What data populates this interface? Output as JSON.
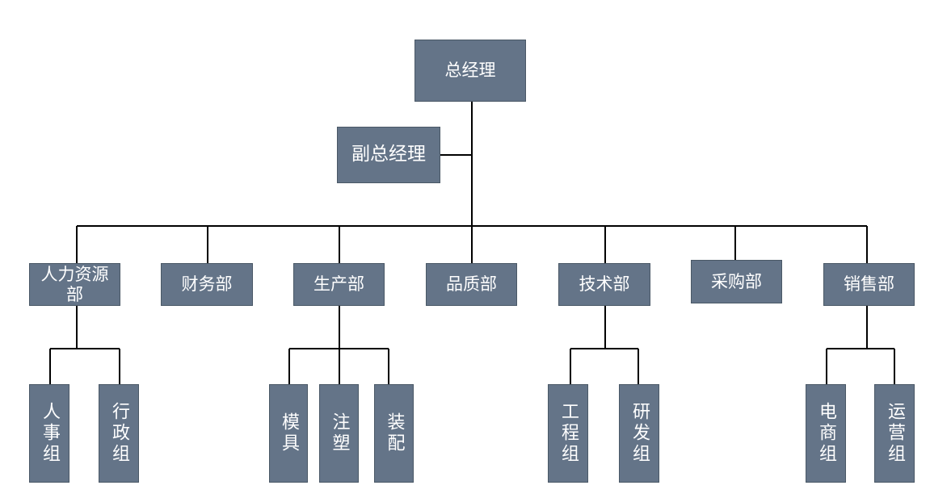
{
  "org": {
    "gm": "总经理",
    "deputy": "副总经理",
    "departments": {
      "hr": "人力资源部",
      "finance": "财务部",
      "production": "生产部",
      "quality": "品质部",
      "technology": "技术部",
      "purchasing": "采购部",
      "sales": "销售部"
    },
    "teams": {
      "hr_personnel": "人事组",
      "hr_admin": "行政组",
      "prod_mold": "模具",
      "prod_injection": "注塑",
      "prod_assembly": "装配",
      "tech_engineering": "工程组",
      "tech_rnd": "研发组",
      "sales_ecommerce": "电商组",
      "sales_operations": "运营组"
    }
  },
  "colors": {
    "box_fill": "#647488",
    "line": "#000000",
    "text": "#ffffff"
  }
}
